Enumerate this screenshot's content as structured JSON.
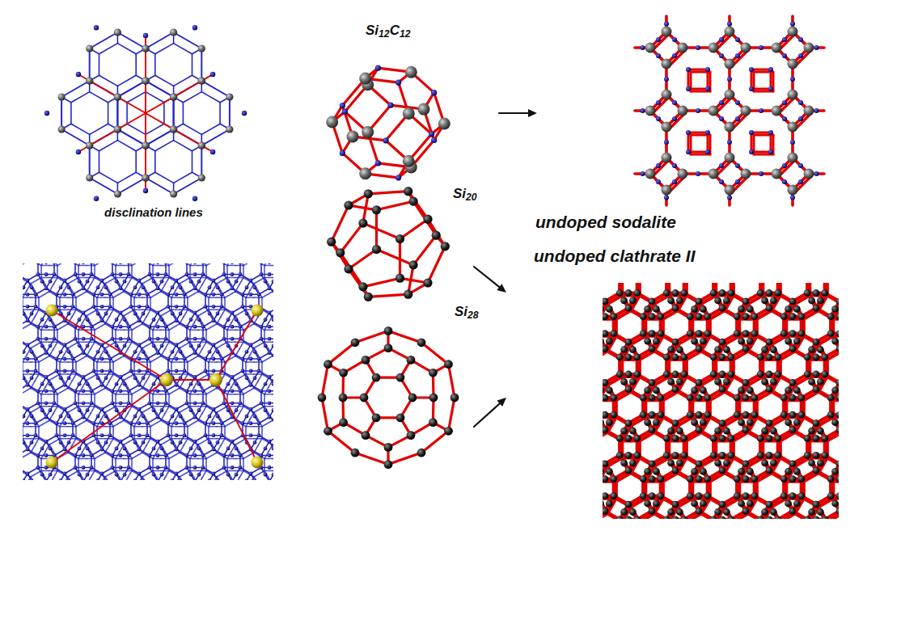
{
  "diagram": {
    "labels": [
      "Si12C12",
      "disclination lines",
      "Si20",
      "undoped sodalite",
      "undoped clathrate II",
      "Si28"
    ]
  }
}
